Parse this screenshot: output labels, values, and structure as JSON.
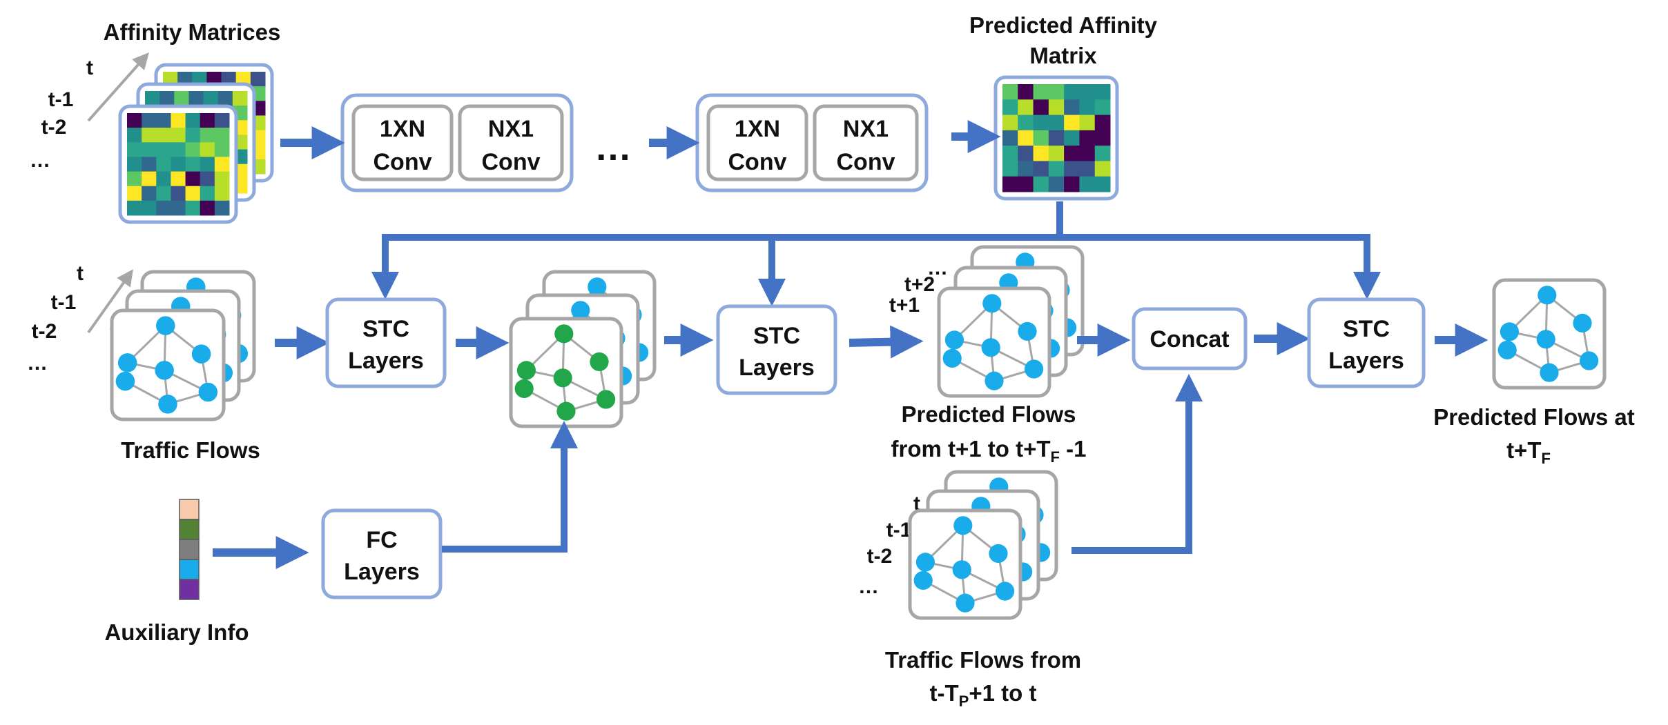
{
  "colors": {
    "arrow": "#4472C4",
    "box_border": "#8EA9DB",
    "inner_border": "#A6A6A6",
    "node_blue": "#1AABEB",
    "node_green": "#21A74A",
    "edge": "#A6A6A6",
    "text": "#111111"
  },
  "labels": {
    "affinity_title": "Affinity Matrices",
    "predicted_affinity_line1": "Predicted Affinity",
    "predicted_affinity_line2": "Matrix",
    "traffic_flows": "Traffic Flows",
    "auxiliary_info": "Auxiliary Info",
    "pred_flows_line1": "Predicted Flows",
    "pred_flows_line2_a": "from t+1 to t+T",
    "pred_flows_line2_sub": "F",
    "pred_flows_line2_b": " -1",
    "pred_final_line1": "Predicted Flows at",
    "pred_final_line2_a": "t+T",
    "pred_final_line2_sub": "F",
    "past_flows_line1": "Traffic Flows from",
    "past_flows_line2_a": "t-T",
    "past_flows_line2_sub": "P",
    "past_flows_line2_b": "+1 to t",
    "ellipsis": "…"
  },
  "time_labels": {
    "affinity": [
      "t",
      "t-1",
      "t-2",
      "…"
    ],
    "traffic": [
      "t",
      "t-1",
      "t-2",
      "…"
    ],
    "predicted": [
      "…",
      "t+2",
      "t+1"
    ],
    "past": [
      "t",
      "t-1",
      "t-2",
      "…"
    ]
  },
  "conv_blocks": [
    {
      "a_line1": "1XN",
      "a_line2": "Conv",
      "b_line1": "NX1",
      "b_line2": "Conv"
    },
    {
      "a_line1": "1XN",
      "a_line2": "Conv",
      "b_line1": "NX1",
      "b_line2": "Conv"
    }
  ],
  "boxes": {
    "stc1": [
      "STC",
      "Layers"
    ],
    "stc2": [
      "STC",
      "Layers"
    ],
    "stc3": [
      "STC",
      "Layers"
    ],
    "fc": [
      "FC",
      "Layers"
    ],
    "concat": "Concat"
  },
  "aux_colors": [
    "#F8CBAD",
    "#548235",
    "#7F7F7F",
    "#1AABEB",
    "#7030A0"
  ],
  "heatmap_palette": [
    "#440154",
    "#3B528B",
    "#21908C",
    "#2CA58D",
    "#5DC863",
    "#B8DE29",
    "#FDE725",
    "#31688E"
  ]
}
